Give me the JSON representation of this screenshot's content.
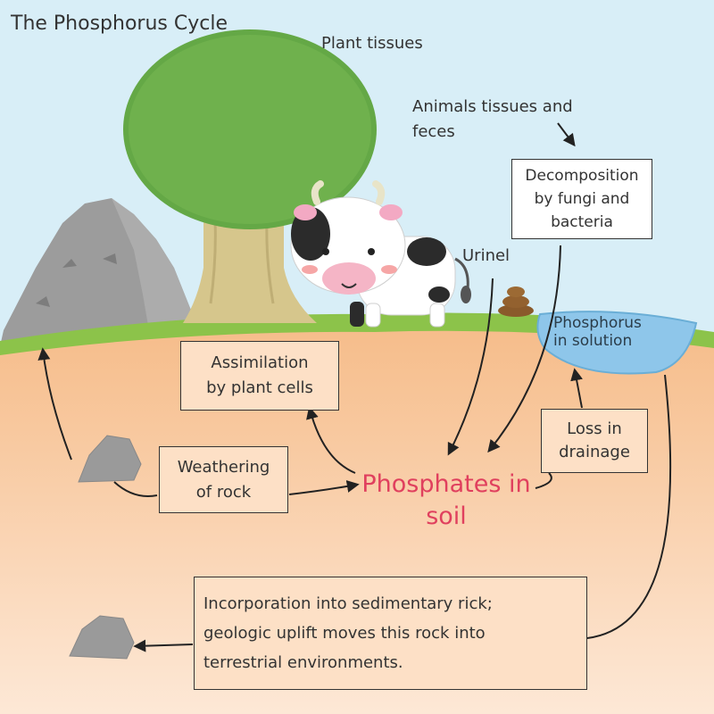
{
  "title": "The Phosphorus Cycle",
  "labels": {
    "plant_tissues": "Plant tissues",
    "animal_tissues": "Animals tissues and feces",
    "urinel": "Urinel",
    "phosphorus_in_solution": "Phosphorus in solution",
    "phosphates_in_soil": "Phosphates in soil"
  },
  "boxes": {
    "decomposition": "Decomposition\nby fungi and\nbacteria",
    "assimilation": "Assimilation\nby plant cells",
    "weathering": "Weathering\nof rock",
    "loss": "Loss in\ndrainage",
    "incorporation": "Incorporation into sedimentary rick;\ngeologic uplift moves this rock into\nterrestrial environments."
  },
  "colors": {
    "sky": "#d8eef7",
    "grass": "#8cc34a",
    "soil": "#f6be8e",
    "soil_light": "#fde6d2",
    "tree_canopy": "#6aaa4a",
    "tree_trunk": "#d4c48a",
    "rock": "#9a9a9a",
    "water": "#8ec6ea",
    "phosphates_text": "#e0405e",
    "arrow": "#222222"
  },
  "icons": [
    "mountain-icon",
    "tree-icon",
    "cow-icon",
    "feces-icon",
    "pond-icon",
    "rock-icon"
  ]
}
